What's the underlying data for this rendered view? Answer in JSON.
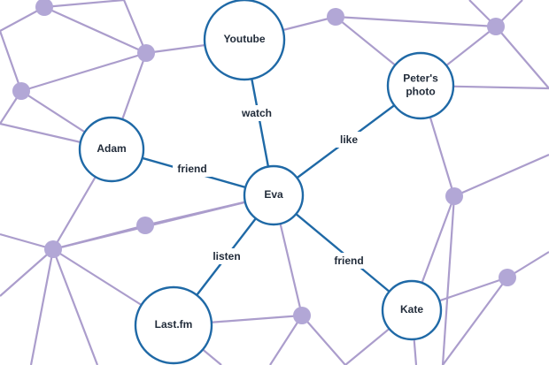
{
  "diagram": {
    "nodes": [
      {
        "id": "youtube",
        "lines": [
          "Youtube"
        ]
      },
      {
        "id": "peters-photo",
        "lines": [
          "Peter's",
          "photo"
        ]
      },
      {
        "id": "adam",
        "lines": [
          "Adam"
        ]
      },
      {
        "id": "eva",
        "lines": [
          "Eva"
        ]
      },
      {
        "id": "last-fm",
        "lines": [
          "Last.fm"
        ]
      },
      {
        "id": "kate",
        "lines": [
          "Kate"
        ]
      }
    ],
    "edges": [
      {
        "from": "eva",
        "to": "youtube",
        "label": "watch"
      },
      {
        "from": "eva",
        "to": "peters-photo",
        "label": "like"
      },
      {
        "from": "eva",
        "to": "adam",
        "label": "friend"
      },
      {
        "from": "eva",
        "to": "last-fm",
        "label": "listen"
      },
      {
        "from": "eva",
        "to": "kate",
        "label": "friend"
      }
    ],
    "colors": {
      "main_stroke": "#1f69a6",
      "background_edge": "#ab9dcc",
      "background_node": "#b2a7d6",
      "text": "#222c3a"
    }
  }
}
